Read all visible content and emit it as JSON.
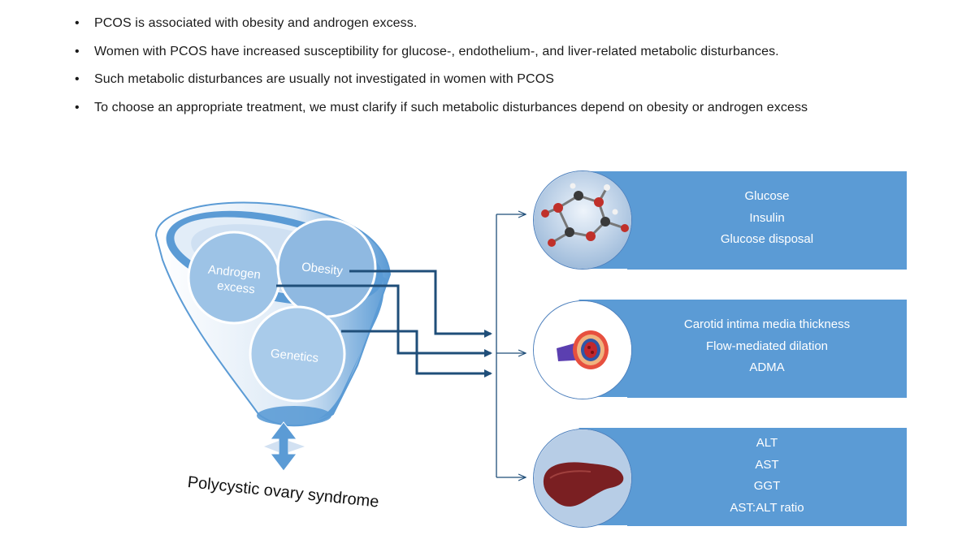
{
  "bullets": [
    "PCOS is associated with obesity and androgen excess.",
    "Women with PCOS have increased susceptibility for glucose-, endothelium-, and liver-related  metabolic disturbances.",
    "Such metabolic disturbances are usually not investigated in  women with PCOS",
    "To choose an appropriate treatment, we must clarify if such metabolic disturbances depend on obesity or androgen excess"
  ],
  "funnel": {
    "androgen_line1": "Androgen",
    "androgen_line2": "excess",
    "obesity": "Obesity",
    "genetics": "Genetics"
  },
  "caption": "Polycystic ovary syndrome",
  "panels": {
    "glucose": [
      "Glucose",
      "Insulin",
      "Glucose disposal"
    ],
    "endothelium": [
      "Carotid intima media thickness",
      "Flow-mediated dilation",
      "ADMA"
    ],
    "liver": [
      "ALT",
      "AST",
      "GGT",
      "AST:ALT ratio"
    ]
  },
  "icons": {
    "glucose": "glucose-molecule-icon",
    "endothelium": "blood-vessel-icon",
    "liver": "liver-icon"
  },
  "colors": {
    "panel": "#5b9bd5",
    "funnel": "#5b9bd5",
    "arrow": "#1f4e79"
  }
}
